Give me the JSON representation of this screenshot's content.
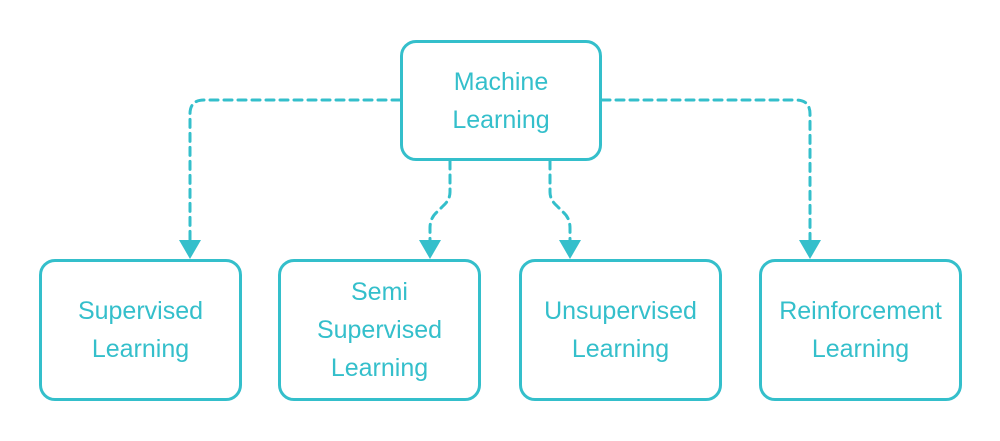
{
  "colors": {
    "accent": "#34bfcb",
    "background": "#ffffff"
  },
  "root": {
    "line1": "Machine",
    "line2": "Learning"
  },
  "children": [
    {
      "lines": [
        "Supervised",
        "Learning"
      ]
    },
    {
      "lines": [
        "Semi",
        "Supervised",
        "Learning"
      ]
    },
    {
      "lines": [
        "Unsupervised",
        "Learning"
      ]
    },
    {
      "lines": [
        "Reinforcement",
        "Learning"
      ]
    }
  ]
}
